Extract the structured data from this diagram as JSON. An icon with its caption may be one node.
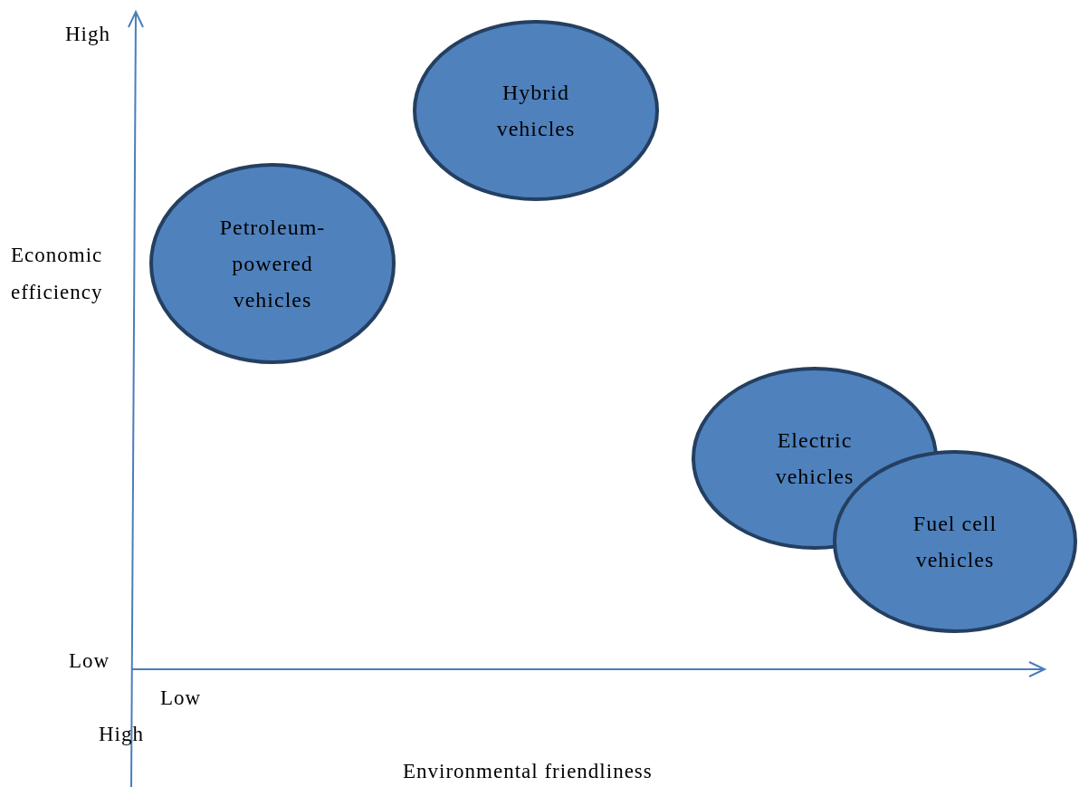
{
  "diagram": {
    "nodes": [
      {
        "text": [
          "Hybrid vehicles"
        ]
      },
      {
        "text": [
          "Petroleum-powered vehicles"
        ]
      },
      {
        "text": [
          "Electric vehicles"
        ]
      },
      {
        "text": [
          "Fuel cell vehicles"
        ]
      }
    ],
    "labels": [
      "High",
      "Economic efficiency",
      "Low",
      "Low",
      "High",
      "Environmental friendliness"
    ]
  }
}
